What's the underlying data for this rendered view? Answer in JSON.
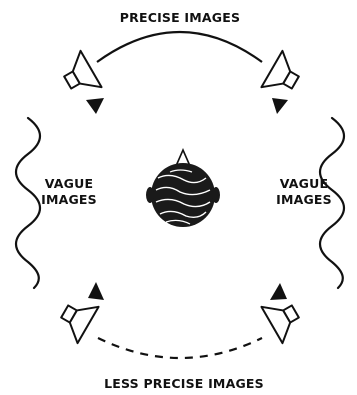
{
  "labels": {
    "top": "PRECISE IMAGES",
    "bottom": "LESS PRECISE IMAGES",
    "left_line1": "VAGUE",
    "left_line2": "IMAGES",
    "right_line1": "VAGUE",
    "right_line2": "IMAGES"
  }
}
